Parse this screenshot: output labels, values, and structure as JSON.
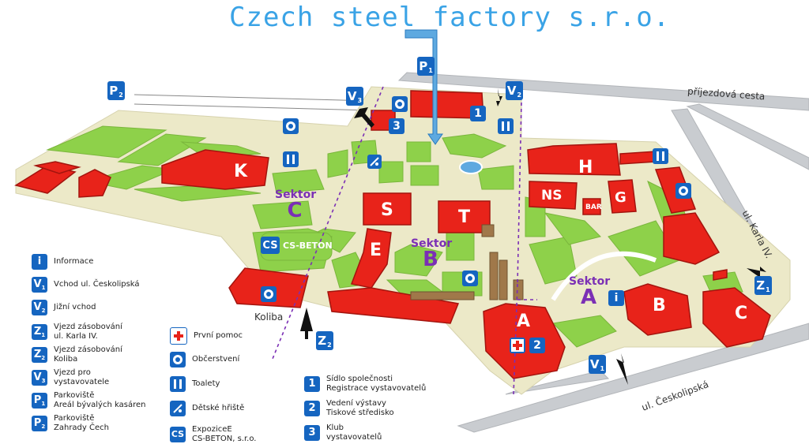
{
  "title": "Czech steel factory s.r.o.",
  "sectors": {
    "word": "Sektor",
    "a": "A",
    "b": "B",
    "c": "C"
  },
  "buildings": {
    "a": "A",
    "b": "B",
    "c": "C",
    "e": "E",
    "g": "G",
    "h": "H",
    "k": "K",
    "s": "S",
    "t": "T",
    "ns": "NS",
    "bar": "BAR",
    "cs_beton": "CS-BETON",
    "cs": "CS"
  },
  "roads": {
    "prijezdova": "příjezdová cesta",
    "karla": "ul. Karla IV.",
    "ceskolipska": "ul. Českolipská",
    "koliba": "Koliba"
  },
  "markers": {
    "p1": "P",
    "p1_sub": "1",
    "p2": "P",
    "p2_sub": "2",
    "v1": "V",
    "v1_sub": "1",
    "v2": "V",
    "v2_sub": "2",
    "v3": "V",
    "v3_sub": "3",
    "z1": "Z",
    "z1_sub": "1",
    "z2": "Z",
    "z2_sub": "2",
    "n1": "1",
    "n2": "2",
    "n3": "3",
    "info": "i"
  },
  "legend": [
    {
      "sym": "i",
      "sub": "",
      "text": "Informace"
    },
    {
      "sym": "V",
      "sub": "1",
      "text": "Vchod ul. Českolipská"
    },
    {
      "sym": "V",
      "sub": "2",
      "text": "Jižní vchod"
    },
    {
      "sym": "Z",
      "sub": "1",
      "text": "Vjezd zásobování\nul. Karla IV."
    },
    {
      "sym": "Z",
      "sub": "2",
      "text": "Vjezd zásobování\nKoliba"
    },
    {
      "sym": "V",
      "sub": "3",
      "text": "Vjezd pro\nvystavovatele"
    },
    {
      "sym": "P",
      "sub": "1",
      "text": "Parkoviště\nAreál bývalých kasáren"
    },
    {
      "sym": "P",
      "sub": "2",
      "text": "Parkoviště\nZahrady Čech"
    }
  ],
  "legend2": [
    {
      "icon": "first-aid-icon",
      "text": "První pomoc"
    },
    {
      "icon": "food-icon",
      "text": "Občerstvení"
    },
    {
      "icon": "toilet-icon",
      "text": "Toalety"
    },
    {
      "icon": "playground-icon",
      "text": "Dětské hřiště"
    },
    {
      "icon": "cs-icon",
      "sym": "CS",
      "text": "ExpoziceE\nCS-BETON, s.r.o."
    }
  ],
  "legend3": [
    {
      "sym": "1",
      "text": "Sídlo společnosti\nRegistrace vystavovatelů"
    },
    {
      "sym": "2",
      "text": "Vedení výstavy\nTiskové středisko"
    },
    {
      "sym": "3",
      "text": "Klub\nvystavovatelů"
    }
  ],
  "colors": {
    "grass": "#8ed14a",
    "ground": "#ece9c8",
    "building": "#e8231a",
    "accent": "#1565c0",
    "sector": "#7b2fb5",
    "title": "#3aa3e6"
  }
}
